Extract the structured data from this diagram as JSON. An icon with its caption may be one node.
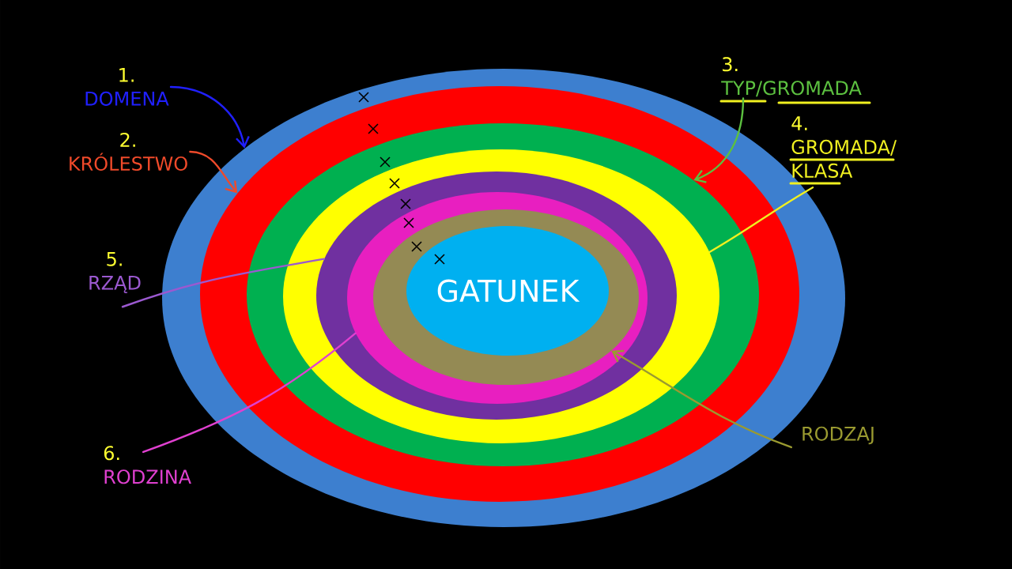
{
  "diagram": {
    "nodes": [
      {
        "text": [],
        "shape": "ellipse"
      },
      {
        "text": [],
        "shape": "ellipse",
        "in": 0
      },
      {
        "text": [],
        "shape": "ellipse",
        "in": 1
      },
      {
        "text": [],
        "shape": "ellipse",
        "in": 2
      },
      {
        "text": [],
        "shape": "ellipse",
        "in": 3
      },
      {
        "text": [],
        "shape": "ellipse",
        "in": 4
      },
      {
        "text": [],
        "shape": "ellipse",
        "in": 5
      },
      {
        "text": [
          "GATUNEK"
        ],
        "in": 6
      },
      {
        "text": [
          "1.",
          "DOMENA"
        ]
      },
      {
        "text": [
          "2.",
          "KRÓLESTWO"
        ]
      },
      {
        "text": [
          "3.",
          "TYP/GROMADA"
        ]
      },
      {
        "text": [
          "4.",
          "GROMADA/ KLASA"
        ]
      },
      {
        "text": [
          "5.",
          "RZĄD"
        ]
      },
      {
        "text": [
          "6.",
          "RODZINA"
        ]
      },
      {
        "text": [
          "RODZAJ"
        ]
      }
    ],
    "edges": [
      {
        "from": 8,
        "to": 0,
        "arrow": "to",
        "color": "#2020ff"
      },
      {
        "from": 9,
        "to": 1,
        "arrow": "to",
        "color": "#f04a2a"
      },
      {
        "from": 10,
        "to": 2,
        "arrow": "to",
        "color": "#5cc040"
      },
      {
        "from": 11,
        "to": 3,
        "arrow": "none",
        "color": "#f0f020"
      },
      {
        "from": 12,
        "to": 4,
        "arrow": "none",
        "color": "#9b59d0"
      },
      {
        "from": 13,
        "to": 5,
        "arrow": "none",
        "color": "#e040d0"
      },
      {
        "from": 14,
        "to": 6,
        "arrow": "to",
        "color": "#9a9a30"
      }
    ]
  }
}
